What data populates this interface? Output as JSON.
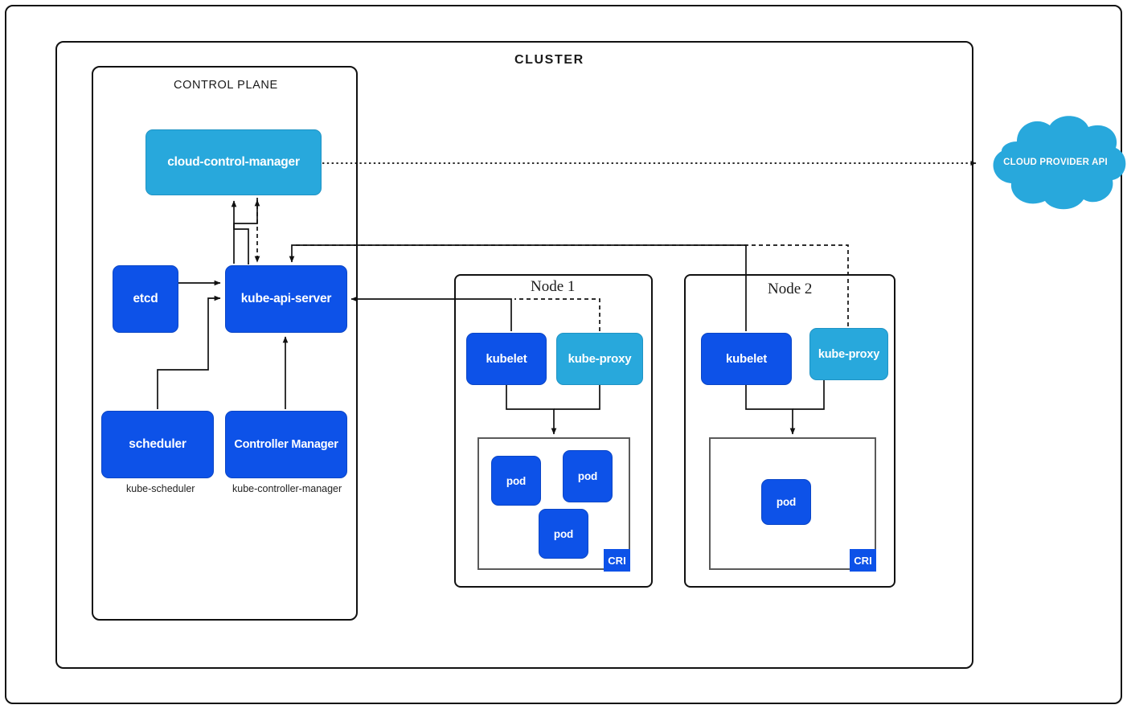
{
  "diagram": {
    "title": "CLUSTER",
    "control_plane_label": "CONTROL PLANE",
    "external": {
      "cloud_label": "CLOUD PROVIDER API"
    }
  },
  "control_plane": {
    "components": [
      {
        "id": "cloud-control-manager",
        "label": "cloud-control-manager",
        "color": "#28A8DC"
      },
      {
        "id": "etcd",
        "label": "etcd",
        "color": "#0D52E8"
      },
      {
        "id": "kube-api-server",
        "label": "kube-api-server",
        "color": "#0D52E8"
      },
      {
        "id": "scheduler",
        "label": "scheduler",
        "color": "#0D52E8",
        "sublabel": "kube-scheduler"
      },
      {
        "id": "controller-manager",
        "label": "Controller Manager",
        "color": "#0D52E8",
        "sublabel": "kube-controller-manager"
      }
    ],
    "sublabels": {
      "scheduler": "kube-scheduler",
      "controller_manager": "kube-controller-manager"
    }
  },
  "nodes": [
    {
      "id": "node-1",
      "label": "Node 1",
      "kubelet_label": "kubelet",
      "kube_proxy_label": "kube-proxy",
      "runtime_badge": "CRI",
      "pods": [
        {
          "label": "pod"
        },
        {
          "label": "pod"
        },
        {
          "label": "pod"
        }
      ]
    },
    {
      "id": "node-2",
      "label": "Node 2",
      "kubelet_label": "kubelet",
      "kube_proxy_label": "kube-proxy",
      "runtime_badge": "CRI",
      "pods": [
        {
          "label": "pod"
        }
      ]
    }
  ],
  "colors": {
    "dark_blue": "#0D52E8",
    "light_blue": "#28A8DC",
    "stroke": "#111111",
    "inner_stroke": "#5a5a5a",
    "background": "#ffffff"
  },
  "icons": {
    "cloud": "cloud-shape-icon",
    "arrow": "arrow-head-icon"
  }
}
